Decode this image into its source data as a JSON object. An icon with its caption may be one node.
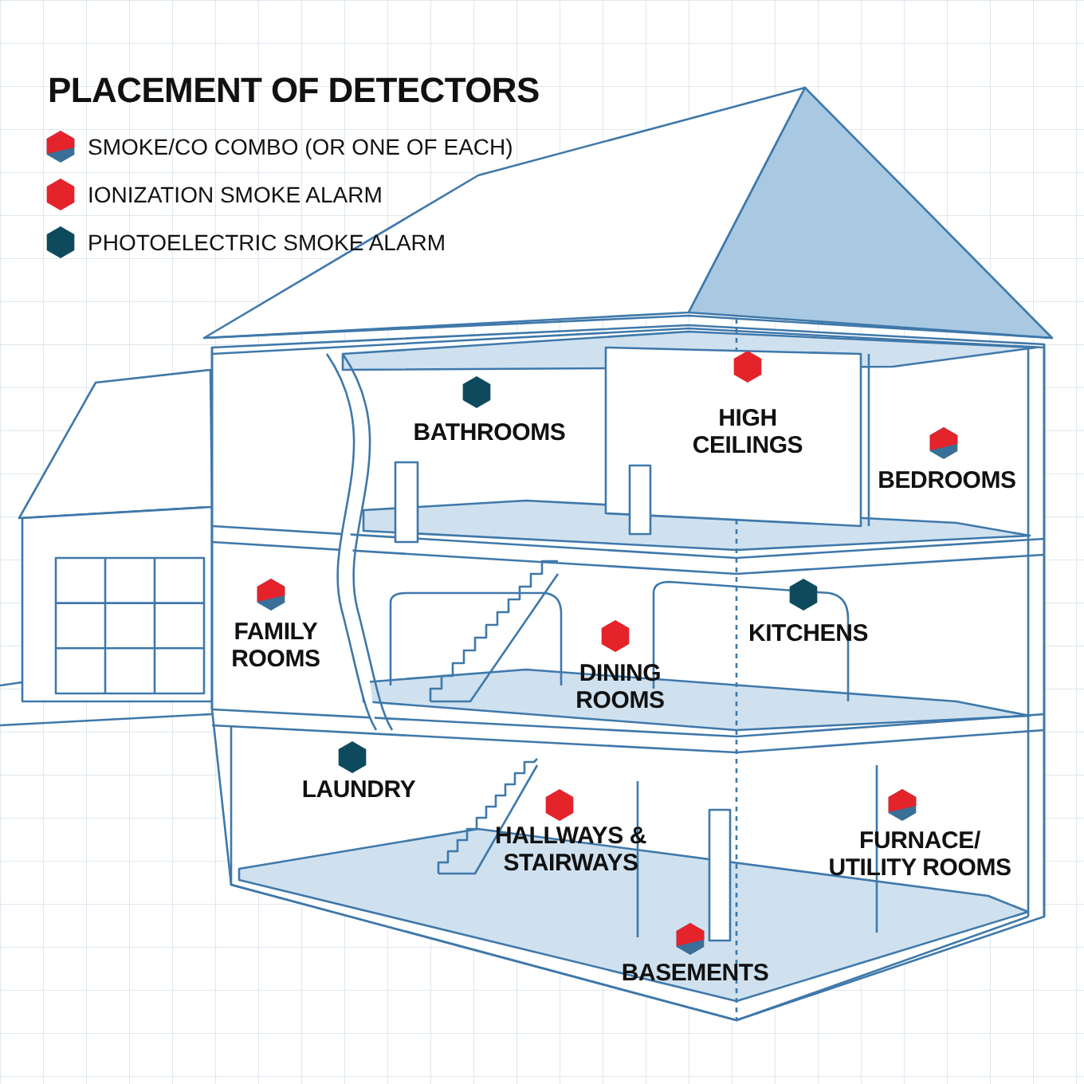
{
  "diagram": {
    "title": "PLACEMENT OF DETECTORS",
    "labels": [
      "BATHROOMS",
      "HIGH CEILINGS",
      "BEDROOMS",
      "FAMILY ROOMS",
      "KITCHENS",
      "DINING ROOMS",
      "LAUNDRY",
      "HALLWAYS & STAIRWAYS",
      "FURNACE/ UTILITY ROOMS",
      "BASEMENTS"
    ],
    "legend": [
      {
        "text": "SMOKE/CO COMBO (OR ONE OF EACH)"
      },
      {
        "text": "IONIZATION SMOKE ALARM"
      },
      {
        "text": "PHOTOELECTRIC SMOKE ALARM"
      }
    ]
  }
}
